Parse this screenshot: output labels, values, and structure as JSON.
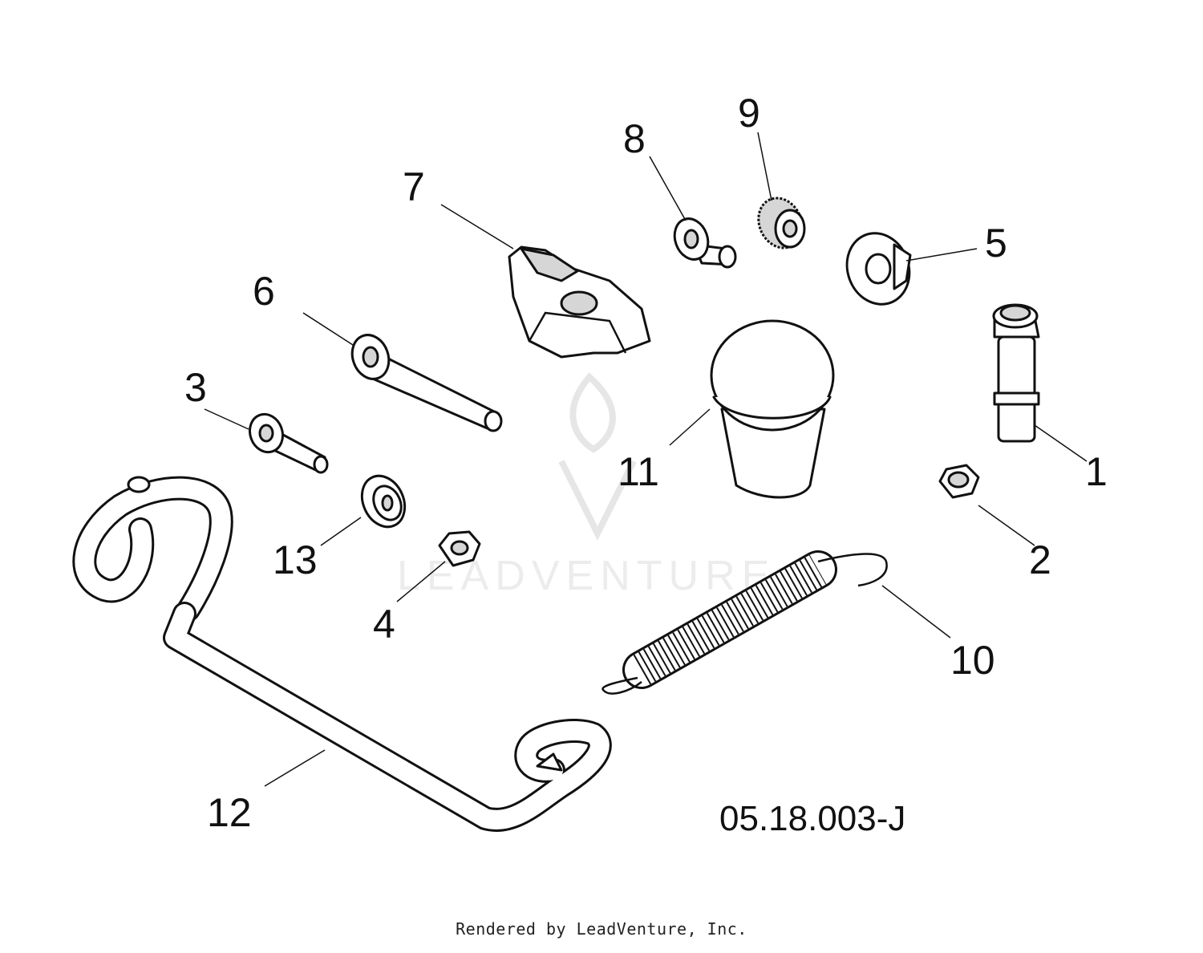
{
  "diagram": {
    "callouts": [
      "1",
      "2",
      "3",
      "4",
      "5",
      "6",
      "7",
      "8",
      "9",
      "10",
      "11",
      "12",
      "13"
    ],
    "reference_code": "05.18.003-J"
  },
  "watermark": {
    "text": "LEADVENTURE"
  },
  "footer": {
    "text": "Rendered by LeadVenture, Inc."
  }
}
